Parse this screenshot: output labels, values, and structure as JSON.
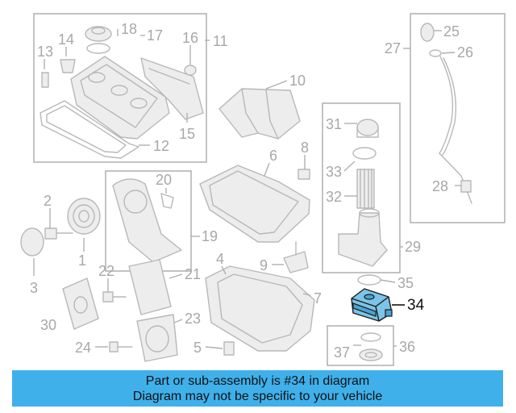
{
  "diagram": {
    "labels": {
      "p1": "1",
      "p2": "2",
      "p3": "3",
      "p4": "4",
      "p5": "5",
      "p6": "6",
      "p7": "7",
      "p8": "8",
      "p9": "9",
      "p10": "10",
      "p11": "11",
      "p12": "12",
      "p13": "13",
      "p14": "14",
      "p15": "15",
      "p16": "16",
      "p17": "17",
      "p18": "18",
      "p19": "19",
      "p20": "20",
      "p21": "21",
      "p22": "22",
      "p23": "23",
      "p24": "24",
      "p25": "25",
      "p26": "26",
      "p27": "27",
      "p28": "28",
      "p29": "29",
      "p30": "30",
      "p31": "31",
      "p32": "32",
      "p33": "33",
      "p34": "34",
      "p35": "35",
      "p36": "36",
      "p37": "37"
    },
    "highlighted_part": "34",
    "highlight_color": "#7cc4e8"
  },
  "banner": {
    "line1": "Part or sub-assembly is #34 in diagram",
    "line2": "Diagram may not be specific to your vehicle",
    "color": "#3fb0ea"
  }
}
